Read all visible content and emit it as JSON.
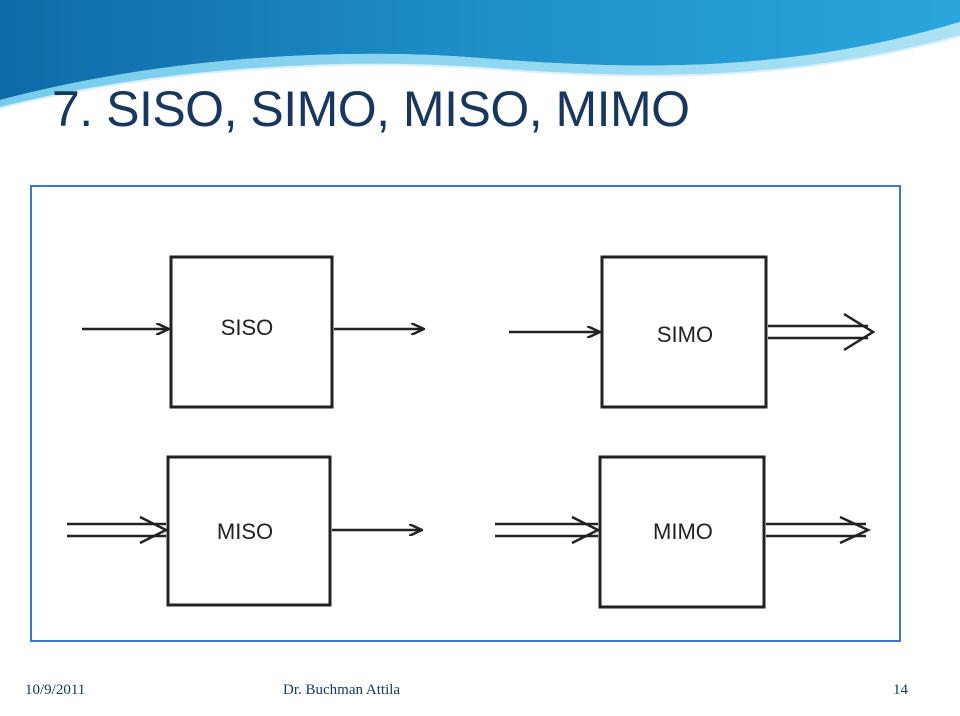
{
  "slide": {
    "title": "7. SISO, SIMO, MISO, MIMO"
  },
  "diagram": {
    "boxes": [
      {
        "label": "SISO",
        "inputs": 1,
        "outputs": 1
      },
      {
        "label": "SIMO",
        "inputs": 1,
        "outputs": 2
      },
      {
        "label": "MISO",
        "inputs": 2,
        "outputs": 1
      },
      {
        "label": "MIMO",
        "inputs": 2,
        "outputs": 2
      }
    ]
  },
  "footer": {
    "date": "10/9/2011",
    "author": "Dr. Buchman Attila",
    "page": "14"
  },
  "colors": {
    "title": "#17375e",
    "frame_border": "#3a78c9",
    "wave_primary": "#1f8fc8",
    "wave_secondary": "#3fb4e0",
    "line": "#222222"
  }
}
